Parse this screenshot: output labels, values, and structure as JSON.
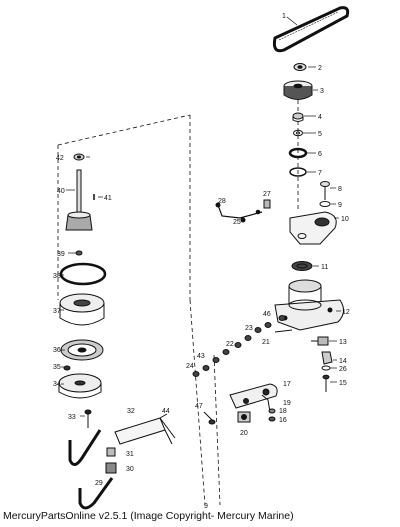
{
  "caption": "MercuryPartsOnline v2.5.1 (Image Copyright- Mercury Marine)",
  "page_number": "9",
  "callouts": [
    "1",
    "2",
    "3",
    "4",
    "5",
    "6",
    "7",
    "8",
    "9",
    "10",
    "11",
    "12",
    "13",
    "14",
    "15",
    "16",
    "17",
    "18",
    "19",
    "20",
    "21",
    "22",
    "23",
    "24",
    "25",
    "26",
    "27",
    "28",
    "29",
    "30",
    "31",
    "32",
    "33",
    "34",
    "35",
    "36",
    "37",
    "38",
    "39",
    "40",
    "41",
    "42",
    "43",
    "44",
    "46",
    "47"
  ]
}
